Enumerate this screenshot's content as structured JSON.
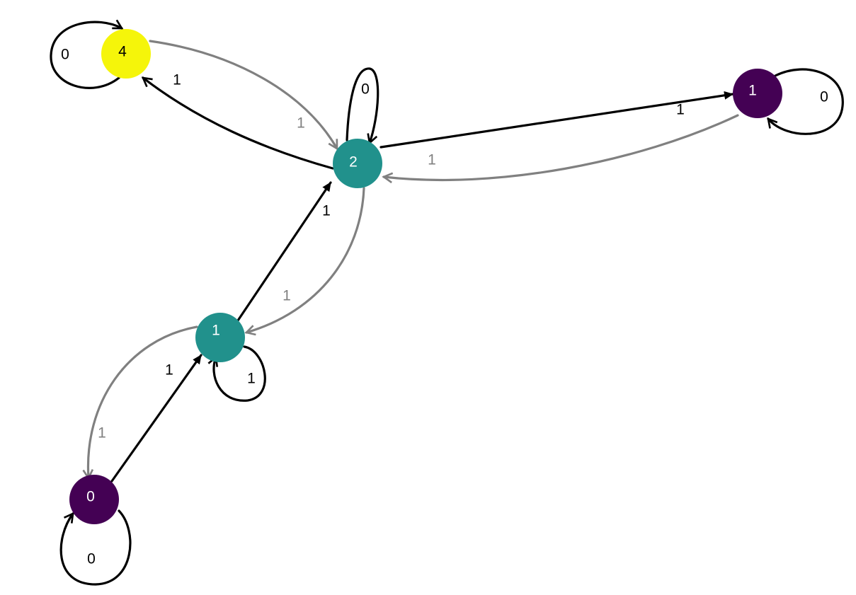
{
  "nodes": [
    {
      "id": "n4",
      "label": "4",
      "fill": "#f5f50a",
      "text_color": "#000000"
    },
    {
      "id": "n2",
      "label": "2",
      "fill": "#21918c",
      "text_color": "#ffffff"
    },
    {
      "id": "n1r",
      "label": "1",
      "fill": "#440154",
      "text_color": "#ffffff"
    },
    {
      "id": "n1m",
      "label": "1",
      "fill": "#21918c",
      "text_color": "#ffffff"
    },
    {
      "id": "n0",
      "label": "0",
      "fill": "#440154",
      "text_color": "#ffffff"
    }
  ],
  "edges": [
    {
      "id": "loop-n4",
      "from": "n4",
      "to": "n4",
      "label": "0",
      "color": "#000000"
    },
    {
      "id": "n4-n2",
      "from": "n4",
      "to": "n2",
      "label": "1",
      "color": "#808080"
    },
    {
      "id": "n2-n4",
      "from": "n2",
      "to": "n4",
      "label": "1",
      "color": "#000000"
    },
    {
      "id": "loop-n2",
      "from": "n2",
      "to": "n2",
      "label": "0",
      "color": "#000000"
    },
    {
      "id": "n2-n1r",
      "from": "n2",
      "to": "n1r",
      "label": "1",
      "color": "#000000"
    },
    {
      "id": "n1r-n2",
      "from": "n1r",
      "to": "n2",
      "label": "1",
      "color": "#808080"
    },
    {
      "id": "loop-n1r",
      "from": "n1r",
      "to": "n1r",
      "label": "0",
      "color": "#000000"
    },
    {
      "id": "n1m-n2",
      "from": "n1m",
      "to": "n2",
      "label": "1",
      "color": "#000000"
    },
    {
      "id": "n2-n1m",
      "from": "n2",
      "to": "n1m",
      "label": "1",
      "color": "#808080"
    },
    {
      "id": "loop-n1m",
      "from": "n1m",
      "to": "n1m",
      "label": "1",
      "color": "#000000"
    },
    {
      "id": "n0-n1m",
      "from": "n0",
      "to": "n1m",
      "label": "1",
      "color": "#000000"
    },
    {
      "id": "n1m-n0",
      "from": "n1m",
      "to": "n0",
      "label": "1",
      "color": "#808080"
    },
    {
      "id": "loop-n0",
      "from": "n0",
      "to": "n0",
      "label": "0",
      "color": "#000000"
    }
  ]
}
